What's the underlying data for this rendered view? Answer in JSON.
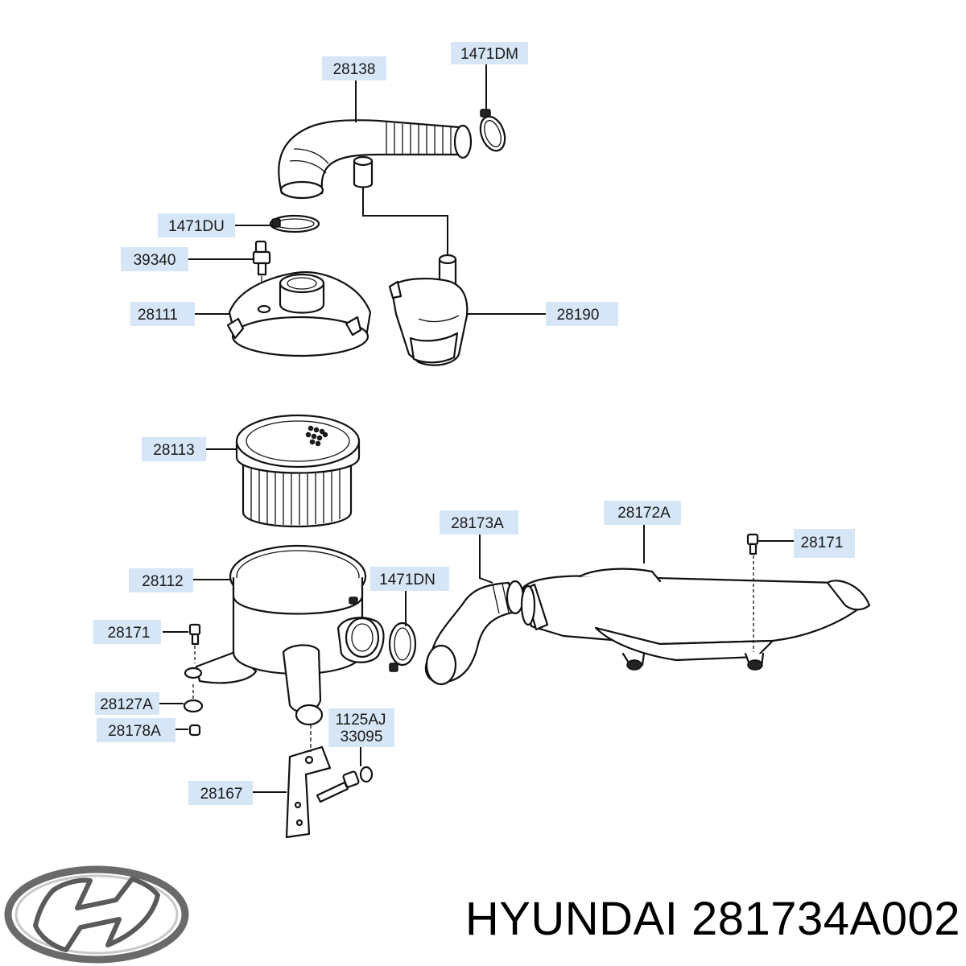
{
  "labels": [
    {
      "id": "28138",
      "text": "28138"
    },
    {
      "id": "1471DM",
      "text": "1471DM"
    },
    {
      "id": "1471DU",
      "text": "1471DU"
    },
    {
      "id": "39340",
      "text": "39340"
    },
    {
      "id": "28111",
      "text": "28111"
    },
    {
      "id": "28190",
      "text": "28190"
    },
    {
      "id": "28113",
      "text": "28113"
    },
    {
      "id": "28173A",
      "text": "28173A"
    },
    {
      "id": "28172A",
      "text": "28172A"
    },
    {
      "id": "28171_right",
      "text": "28171"
    },
    {
      "id": "28112",
      "text": "28112"
    },
    {
      "id": "1471DN",
      "text": "1471DN"
    },
    {
      "id": "28171_left",
      "text": "28171"
    },
    {
      "id": "28127A",
      "text": "28127A"
    },
    {
      "id": "1125AJ",
      "text": "1125AJ"
    },
    {
      "id": "33095",
      "text": "33095"
    },
    {
      "id": "28178A",
      "text": "28178A"
    },
    {
      "id": "28167",
      "text": "28167"
    }
  ],
  "caption": {
    "brand": "HYUNDAI",
    "part_number": "281734A002"
  },
  "logo": {
    "name": "hyundai-logo-icon"
  },
  "colors": {
    "label_background": "#d6e6f6",
    "line": "#111111"
  }
}
